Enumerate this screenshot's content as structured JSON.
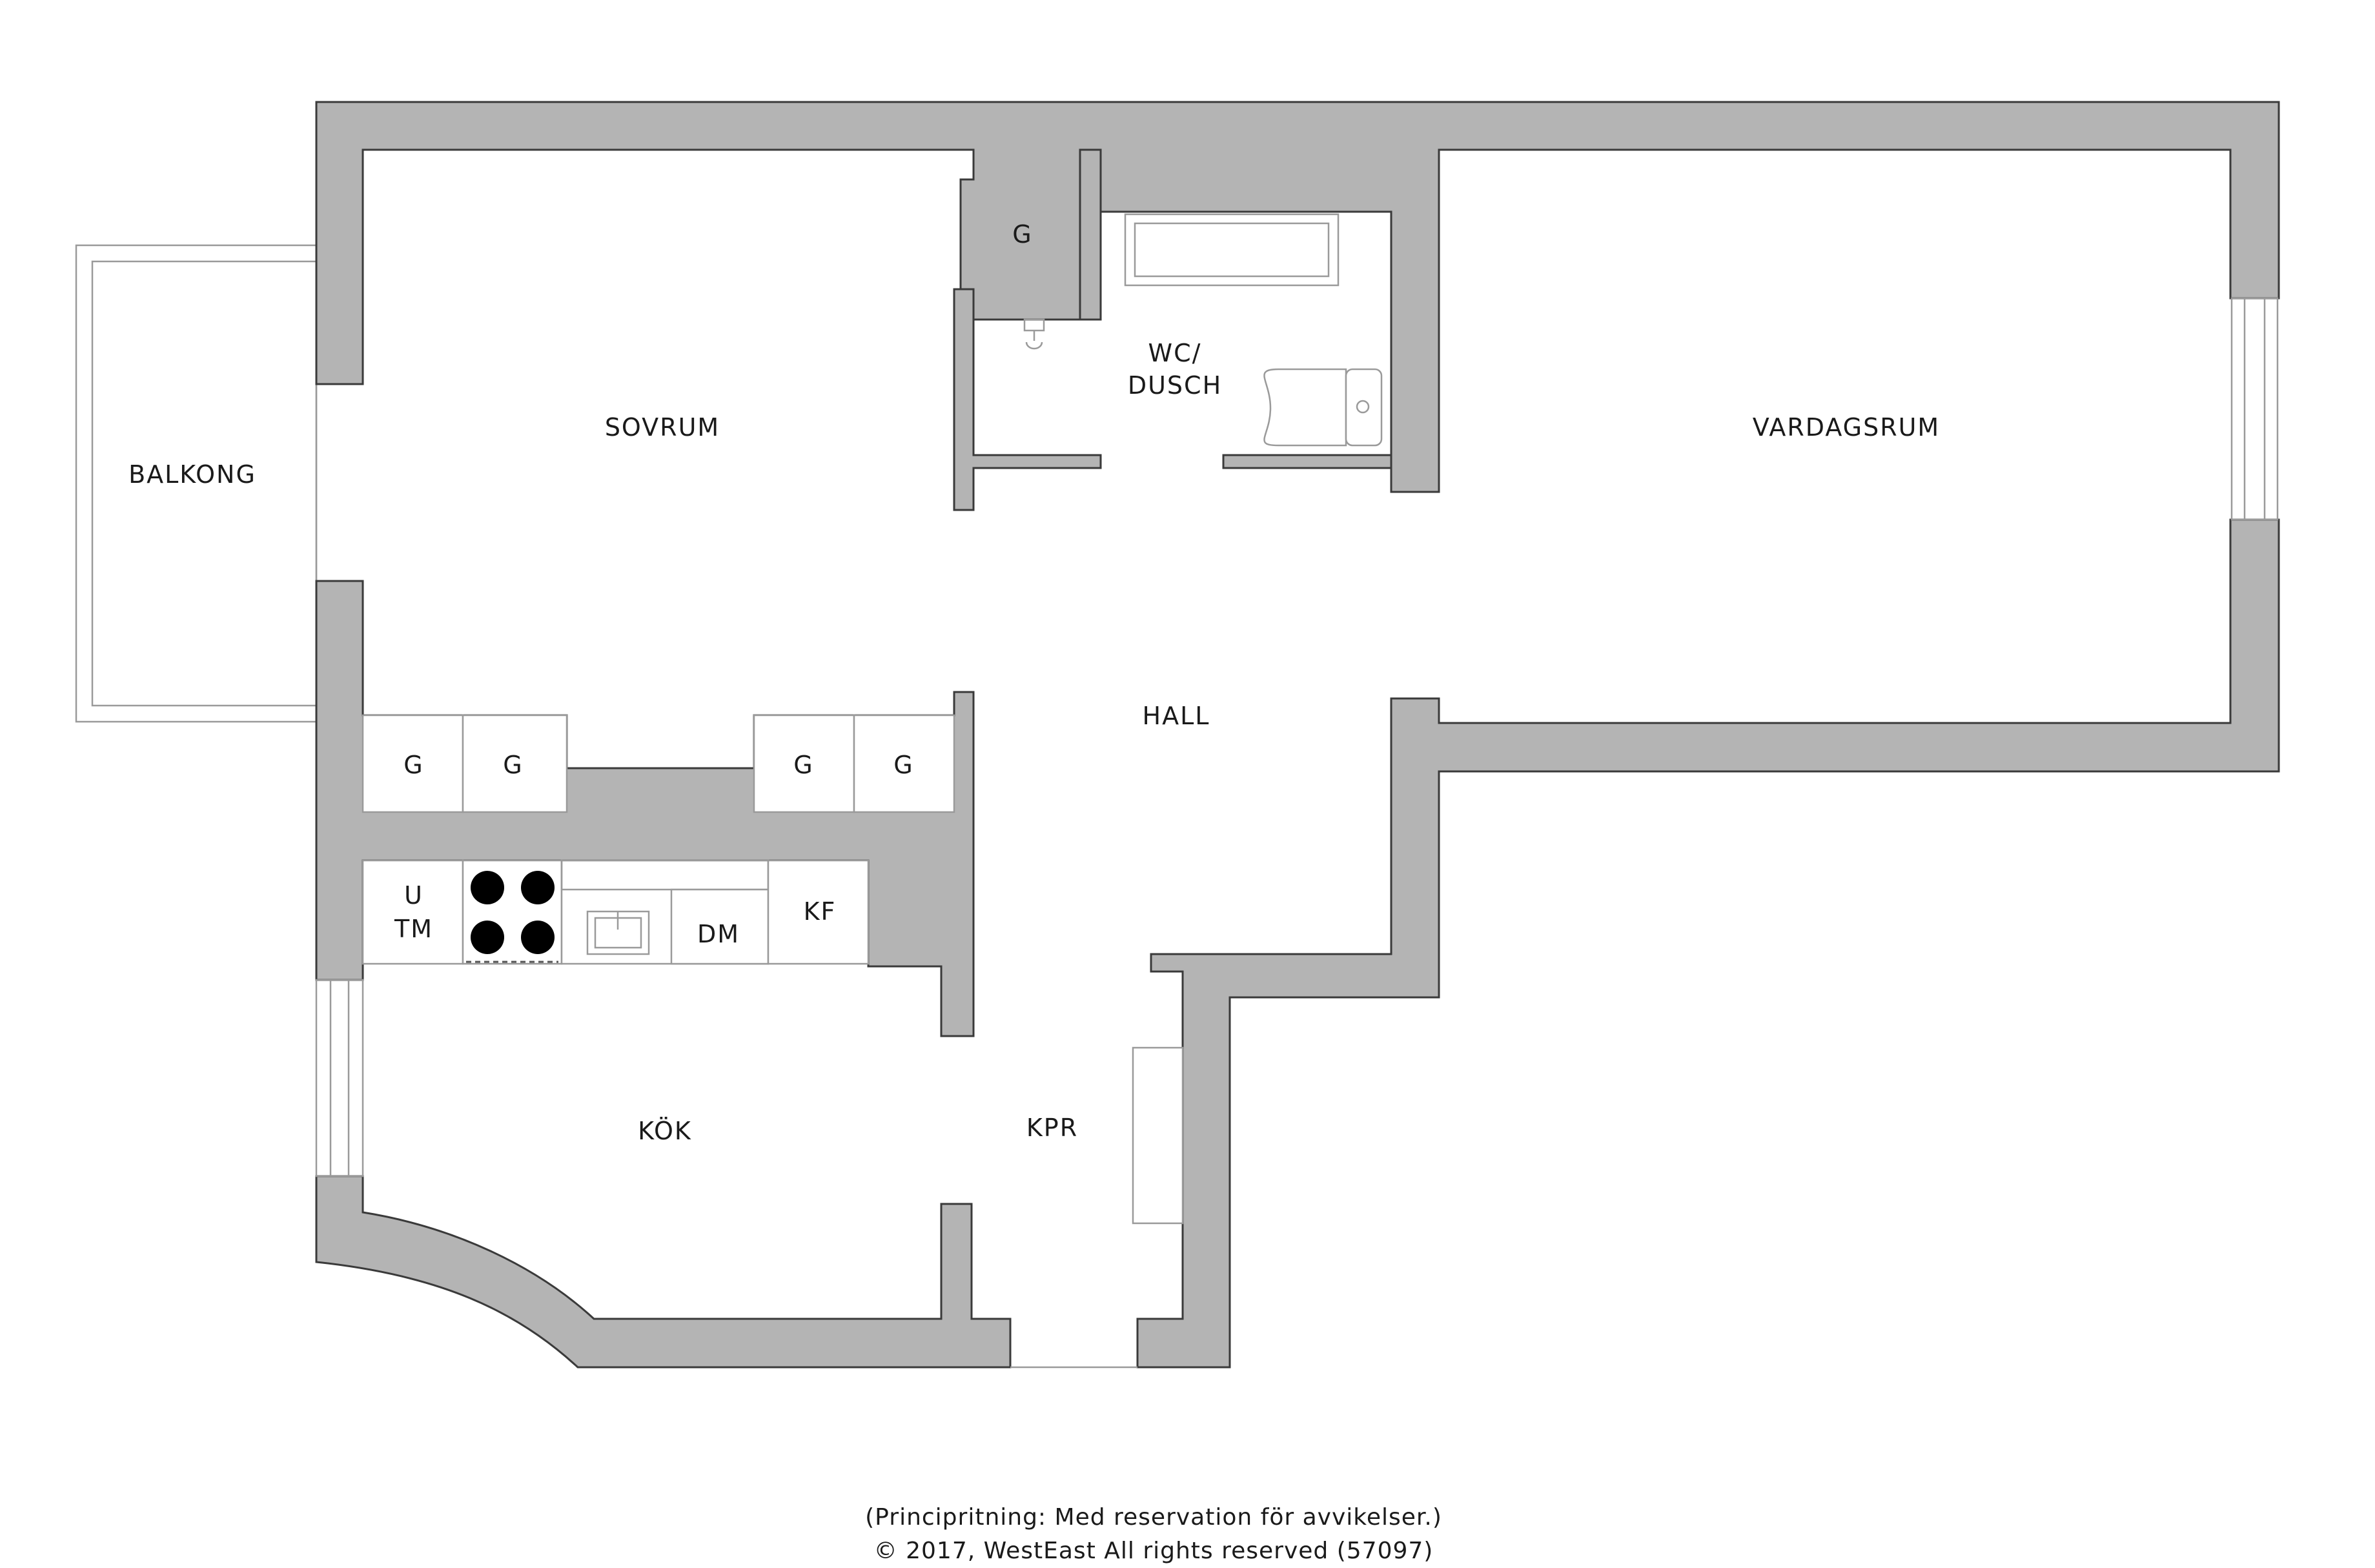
{
  "rooms": {
    "balkong": "BALKONG",
    "sovrum": "SOVRUM",
    "wc_line1": "WC/",
    "wc_line2": "DUSCH",
    "vardagsrum": "VARDAGSRUM",
    "hall": "HALL",
    "kok": "KÖK",
    "kpr": "KPR"
  },
  "fixtures": {
    "garderob_top": "G",
    "garderob_1": "G",
    "garderob_2": "G",
    "garderob_3": "G",
    "garderob_4": "G",
    "ugn_line1": "U",
    "ugn_line2": "TM",
    "diskmaskin": "DM",
    "kylfrys": "KF"
  },
  "footer": {
    "line1": "(Principritning: Med reservation för avvikelser.)",
    "line2": "© 2017, WestEast All rights reserved (57097)"
  },
  "colors": {
    "wall": "#b4b4b4",
    "wall_outline": "#3a3a3a",
    "fixture_outline": "#9a9a9a",
    "hob": "#000000"
  }
}
